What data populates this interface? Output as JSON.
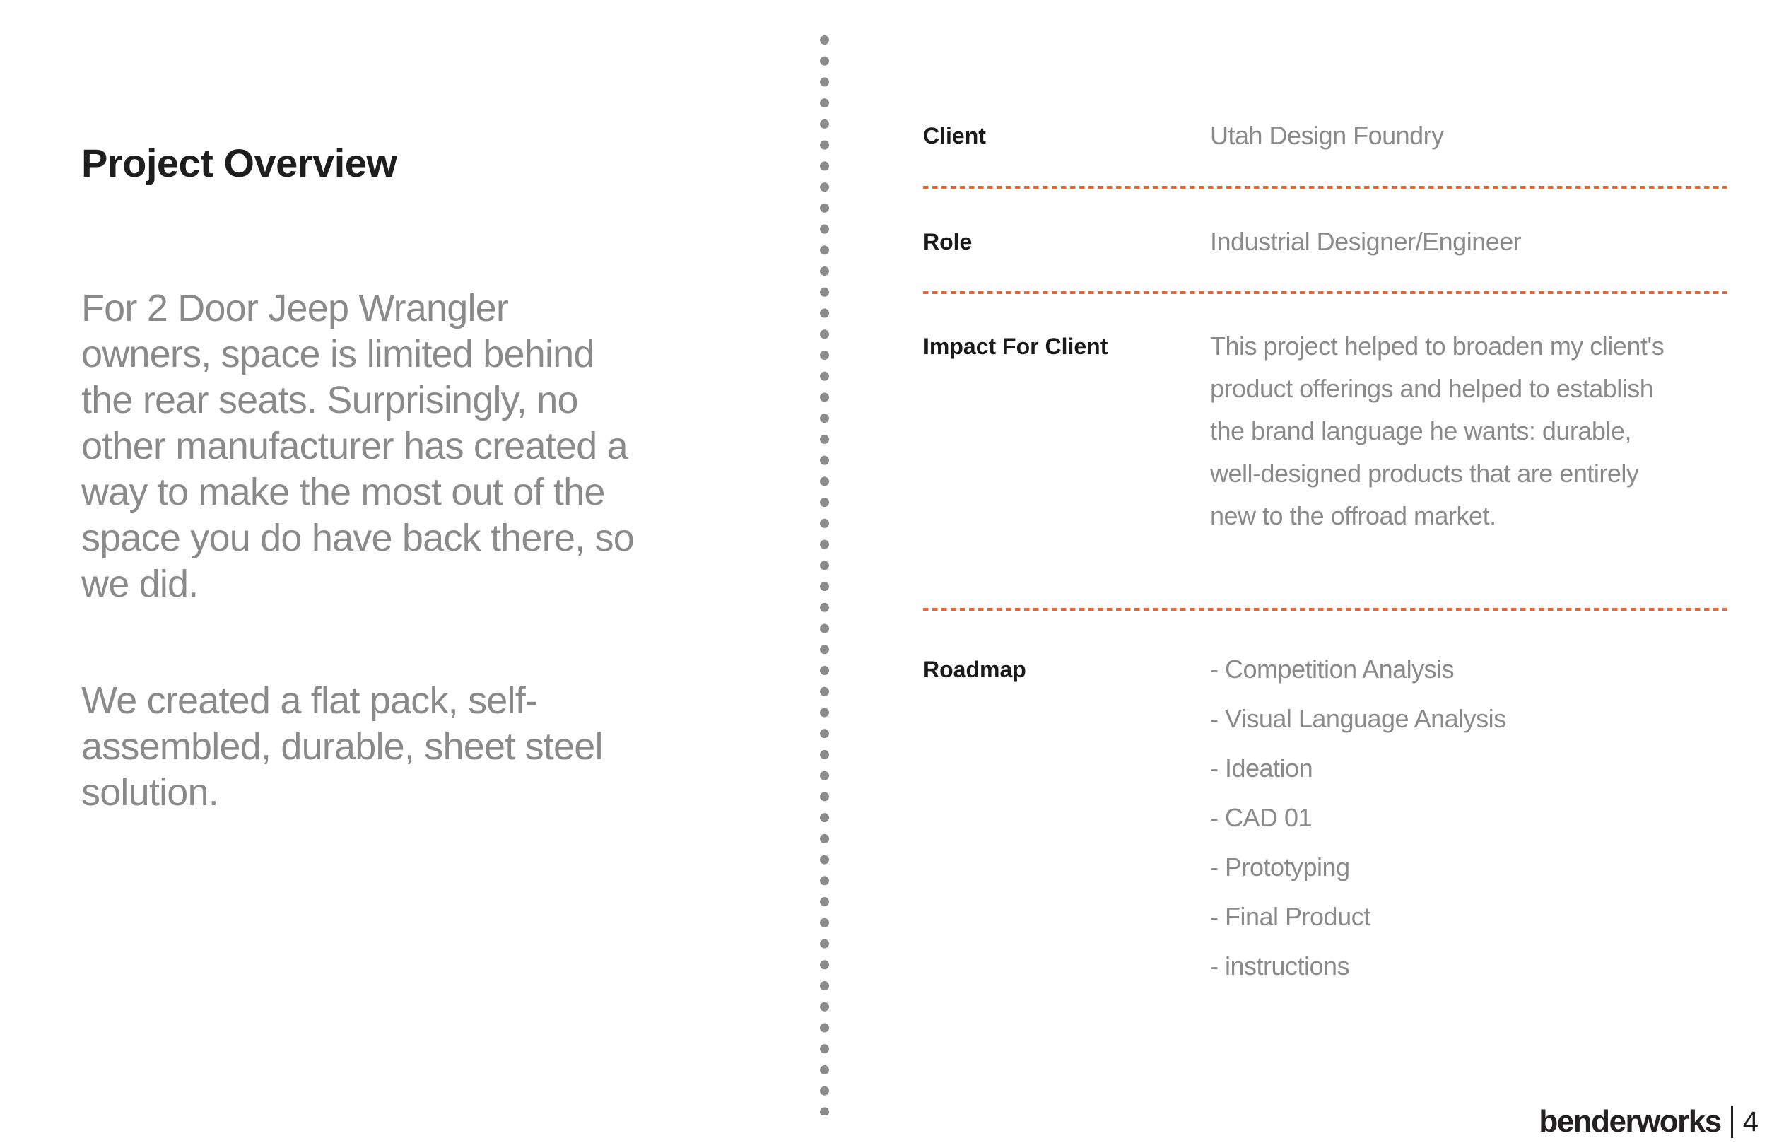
{
  "slide": {
    "title": "Project Overview",
    "intro_paragraph": "For 2 Door Jeep Wrangler\nowners, space is limited behind\nthe rear seats. Surprisingly, no\nother manufacturer has created a\nway to make the most out of the\nspace you do have back there, so\nwe did.",
    "solution_paragraph": "We created a flat pack, self-\nassembled, durable, sheet steel\nsolution."
  },
  "details": {
    "client": {
      "label": "Client",
      "value": "Utah Design Foundry"
    },
    "role": {
      "label": "Role",
      "value": "Industrial Designer/Engineer"
    },
    "impact": {
      "label": "Impact For Client",
      "value": "This project helped to broaden my client's\nproduct offerings and helped to establish\nthe brand language he wants: durable,\nwell-designed products that are entirely\nnew to the offroad market."
    },
    "roadmap": {
      "label": "Roadmap",
      "items": [
        "- Competition Analysis",
        "- Visual Language Analysis",
        "- Ideation",
        "- CAD 01",
        "- Prototyping",
        "- Final Product",
        "- instructions"
      ]
    }
  },
  "footer": {
    "brand": "benderworks",
    "page_number": "4"
  },
  "colors": {
    "accent_orange": "#E8652E",
    "text_dark": "#1E1E1E",
    "text_gray": "#8A8A8A",
    "dot_gray": "#8B8B8B"
  }
}
